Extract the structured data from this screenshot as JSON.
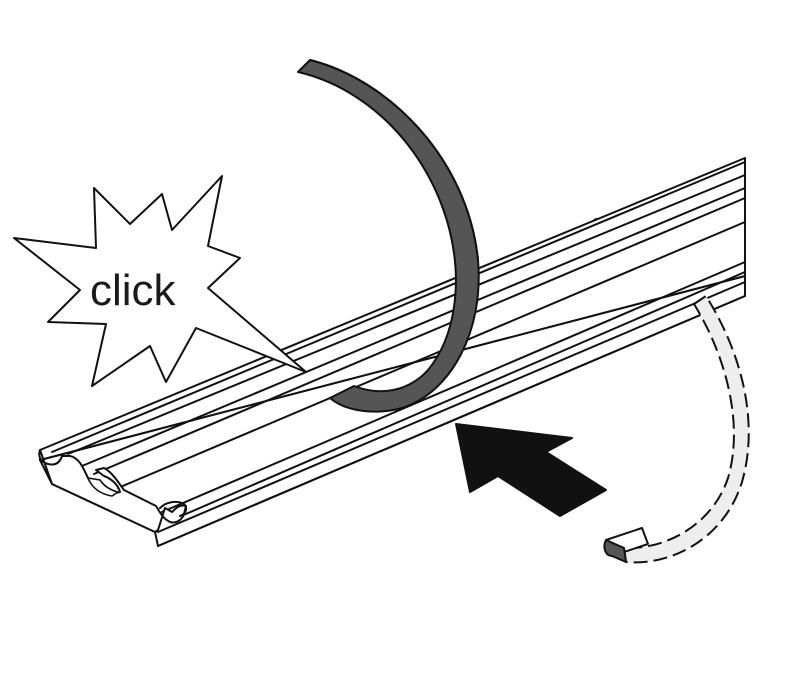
{
  "callout": {
    "text": "click"
  },
  "colors": {
    "line": "#111111",
    "band_dark": "#555555",
    "band_light": "#eeeeee",
    "arrow": "#111111",
    "background": "#ffffff"
  },
  "icons": {
    "callout_shape": "starburst",
    "direction": "insert-arrow"
  }
}
